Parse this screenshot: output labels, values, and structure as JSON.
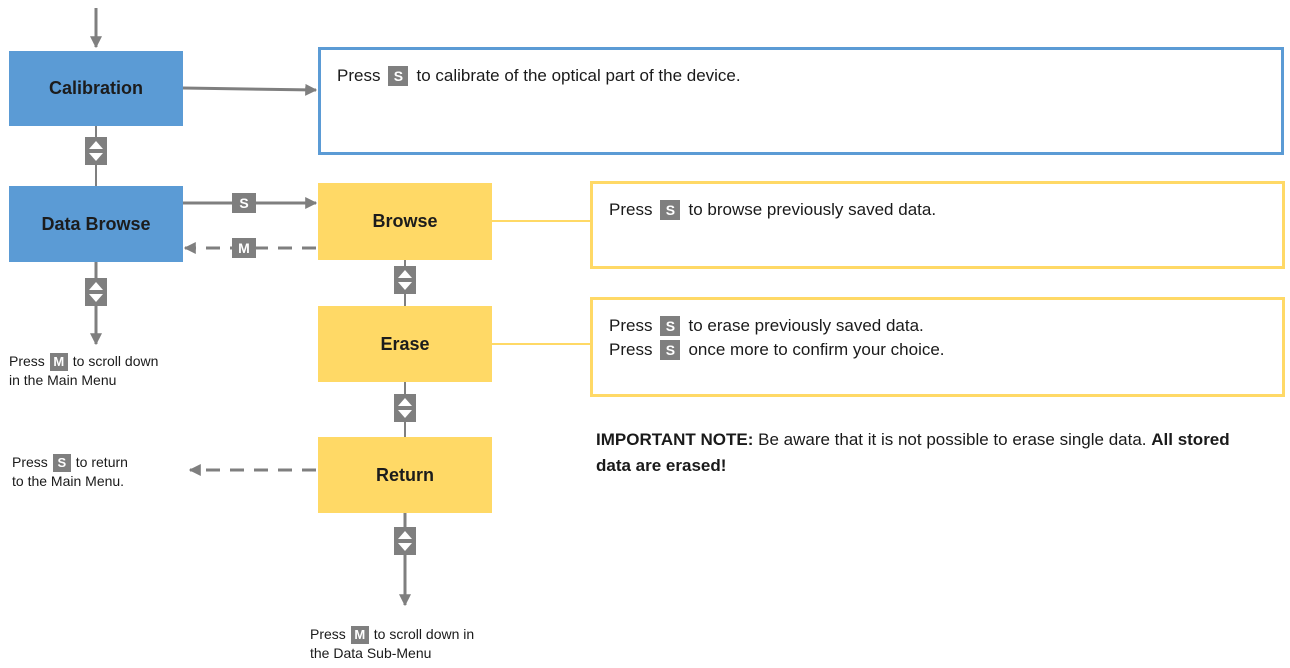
{
  "colors": {
    "blue": "#5b9bd5",
    "yellow": "#ffd966",
    "gray": "#7f7f7f"
  },
  "main_menu": {
    "calibration": "Calibration",
    "data_browse": "Data Browse"
  },
  "sub_menu": {
    "browse": "Browse",
    "erase": "Erase",
    "return": "Return"
  },
  "connectors": {
    "s_key": "S",
    "m_key": "M"
  },
  "descriptions": {
    "calibration": {
      "pre": "Press",
      "key": "S",
      "post": "to calibrate of the optical part of the device."
    },
    "browse": {
      "pre": "Press",
      "key": "S",
      "post": "to browse previously saved data."
    },
    "erase_line1": {
      "pre": "Press",
      "key": "S",
      "post": "to erase previously saved data."
    },
    "erase_line2": {
      "pre": "Press",
      "key": "S",
      "post": "once more to confirm your choice."
    }
  },
  "important_note": {
    "label": "IMPORTANT NOTE:",
    "text": " Be aware that it is not possible to erase single data. ",
    "emphasis": "All stored data are erased!"
  },
  "notes": {
    "main_scroll": {
      "pre": "Press",
      "key": "M",
      "post": "to scroll down",
      "line2": "in the Main Menu"
    },
    "return": {
      "pre": "Press",
      "key": "S",
      "post": "to return",
      "line2": "to the Main Menu."
    },
    "sub_scroll": {
      "pre": "Press",
      "key": "M",
      "post": "to scroll down in",
      "line2": "the Data Sub-Menu"
    }
  },
  "icons": [
    "arrow-down-icon",
    "arrow-right-icon",
    "arrow-left-icon",
    "up-down-icon"
  ]
}
